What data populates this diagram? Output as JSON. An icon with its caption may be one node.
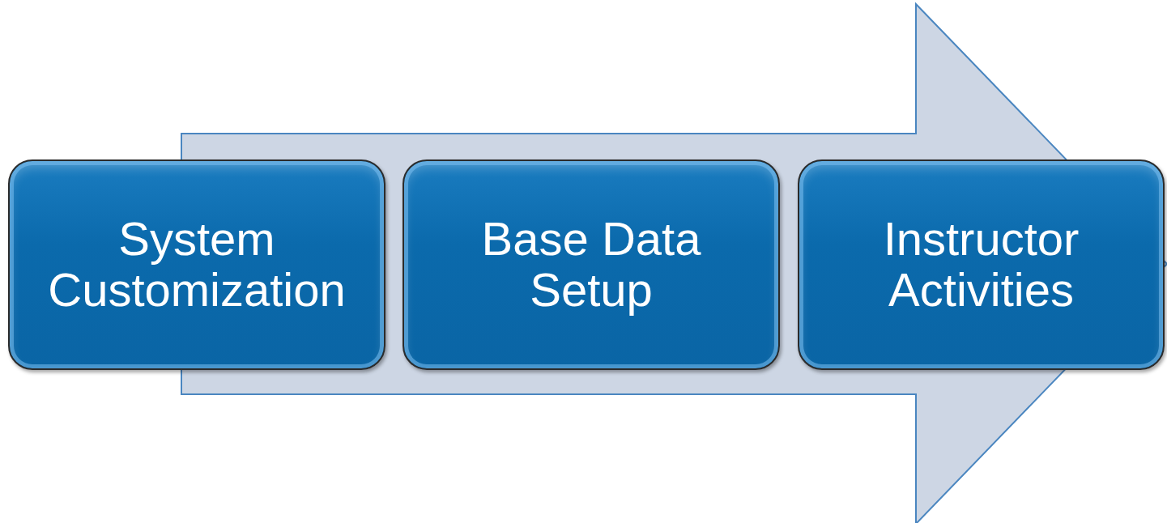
{
  "diagram": {
    "nodes": [
      {
        "text": [
          "System Customization"
        ]
      },
      {
        "text": [
          "Base Data Setup"
        ]
      },
      {
        "text": [
          "Instructor Activities"
        ]
      }
    ],
    "edges": [
      {
        "from": 0,
        "to": 2,
        "arrow": "to"
      }
    ]
  }
}
